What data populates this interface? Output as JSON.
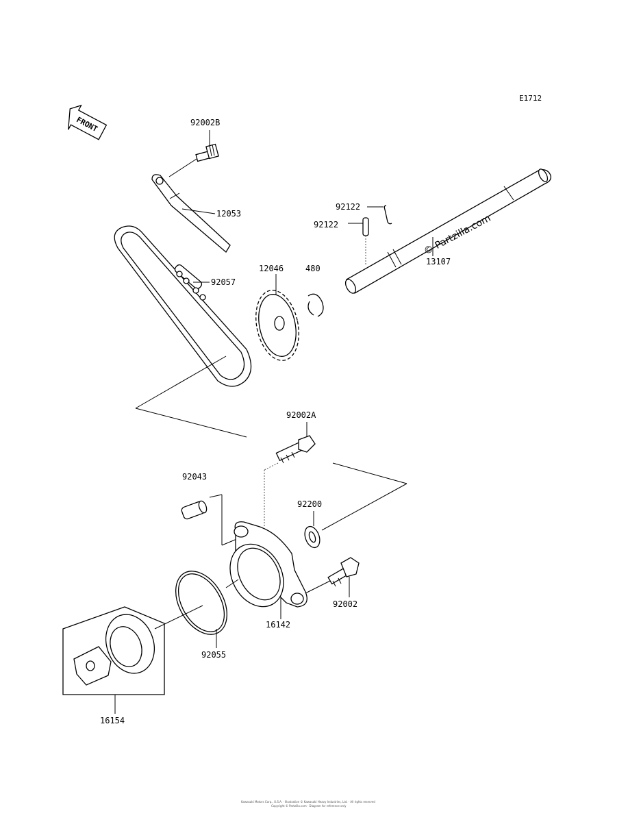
{
  "diagram_code": "E1712",
  "front_label": "FRONT",
  "watermark": "© Partzilla.com",
  "parts": {
    "p92002B": "92002B",
    "p12053": "12053",
    "p92122a": "92122",
    "p92122b": "92122",
    "p13107": "13107",
    "p92057": "92057",
    "p12046": "12046",
    "p480": "480",
    "p92002A": "92002A",
    "p92043": "92043",
    "p92200": "92200",
    "p92002": "92002",
    "p16142": "16142",
    "p92055": "92055",
    "p16154": "16154"
  },
  "footer": {
    "line1": "Kawasaki Motors Corp., U.S.A. · Illustration © Kawasaki Heavy Industries, Ltd. · All rights reserved",
    "line2": "Copyright © Partzilla.com · Diagram for reference only"
  }
}
